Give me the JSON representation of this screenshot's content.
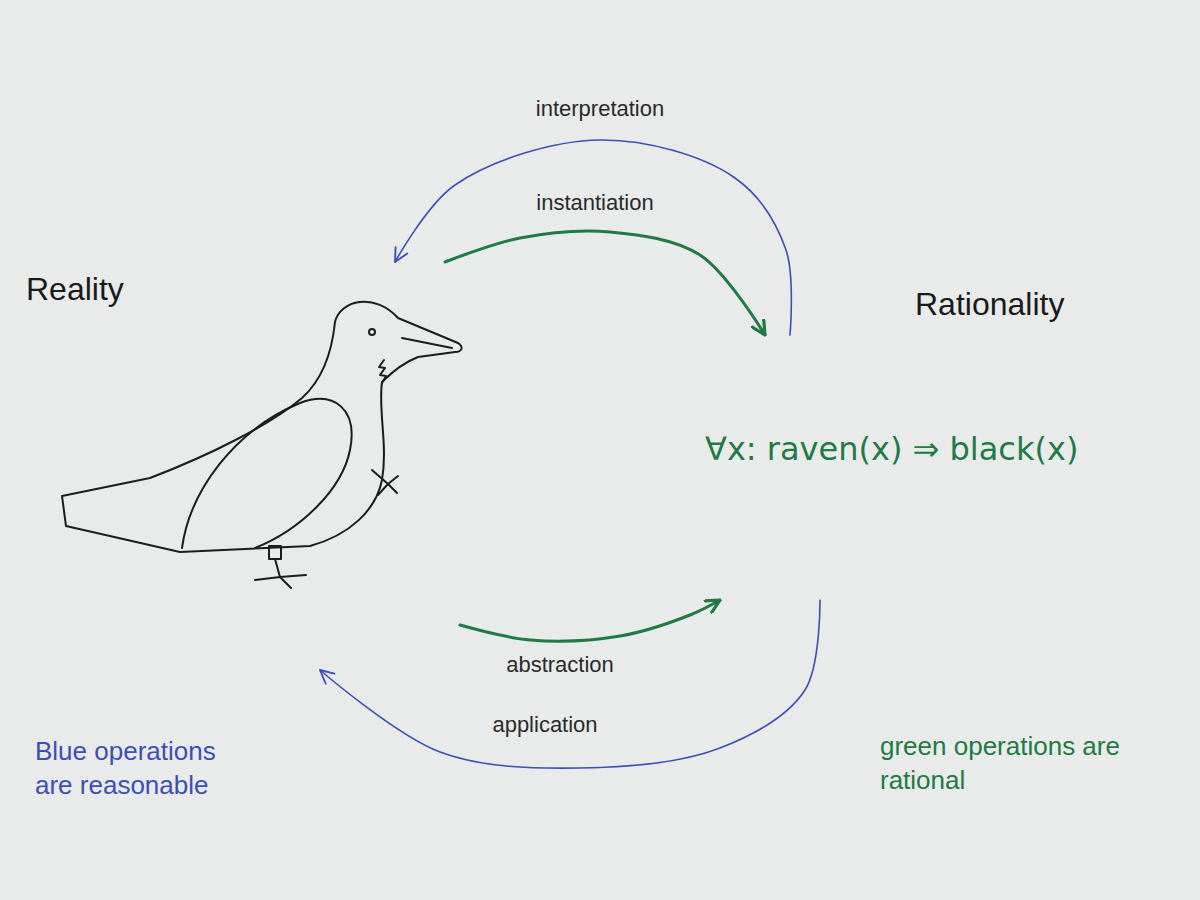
{
  "diagram": {
    "nodes": [
      {
        "text": [
          "Reality"
        ]
      },
      {
        "text": [
          "Rationality",
          "∀x: raven(x) ⇒ black(x)"
        ]
      }
    ],
    "edges": [
      {
        "from": 1,
        "to": 0,
        "arrow": "to",
        "label": "interpretation"
      },
      {
        "from": 0,
        "to": 1,
        "arrow": "to",
        "label": "instantiation"
      },
      {
        "from": 0,
        "to": 1,
        "arrow": "to",
        "label": "abstraction"
      },
      {
        "from": 1,
        "to": 0,
        "arrow": "to",
        "label": "application"
      }
    ],
    "labels": [
      "Blue operations are reasonable",
      "green operations are rational"
    ]
  }
}
